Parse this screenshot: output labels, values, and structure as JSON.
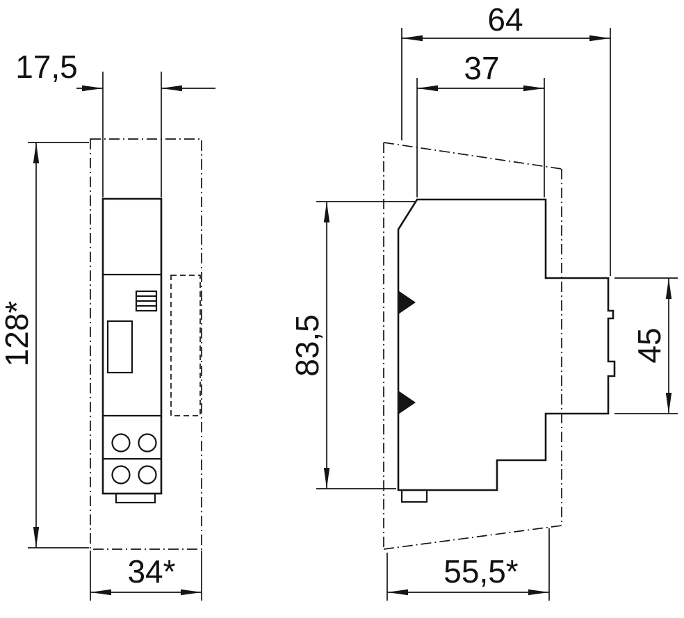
{
  "drawing": {
    "background": "#ffffff",
    "line_color": "#151515",
    "front_view": {
      "module_width": "17,5",
      "total_height": "128*",
      "base_width": "34*"
    },
    "side_view": {
      "total_depth": "64",
      "front_depth": "37",
      "body_height": "83,5",
      "rail_cutout_height": "45",
      "base_depth": "55,5*"
    }
  }
}
